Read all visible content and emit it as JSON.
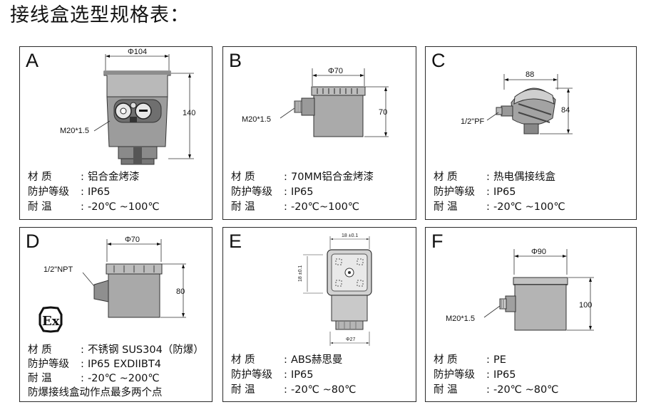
{
  "page": {
    "title": "接线盒选型规格表："
  },
  "cards": [
    {
      "letter": "A",
      "dims": {
        "diameter": "Φ104",
        "height": "140",
        "thread": "M20*1.5"
      },
      "specs": [
        {
          "label": "材  质",
          "value": "铝合金烤漆"
        },
        {
          "label": "防护等级",
          "value": "IP65"
        },
        {
          "label": "耐  温",
          "value": "-20℃ ~100℃"
        }
      ]
    },
    {
      "letter": "B",
      "dims": {
        "diameter": "Φ70",
        "height": "70",
        "thread": "M20*1.5"
      },
      "specs": [
        {
          "label": "材  质",
          "value": "70MM铝合金烤漆"
        },
        {
          "label": "防护等级",
          "value": "IP65"
        },
        {
          "label": "耐  温",
          "value": "-20℃~100℃"
        }
      ]
    },
    {
      "letter": "C",
      "dims": {
        "width": "88",
        "height": "84",
        "thread": "1/2\"PF"
      },
      "specs": [
        {
          "label": "材  质",
          "value": "热电偶接线盒"
        },
        {
          "label": "防护等级",
          "value": "IP65"
        },
        {
          "label": "耐  温",
          "value": "-20℃ ~100℃"
        }
      ]
    },
    {
      "letter": "D",
      "dims": {
        "diameter": "Φ70",
        "height": "80",
        "thread": "1/2\"NPT",
        "ex_mark": "Ex"
      },
      "specs": [
        {
          "label": "材  质",
          "value": "不锈钢 SUS304（防爆）"
        },
        {
          "label": "防护等级",
          "value": "IP65    EXDIIBT4"
        },
        {
          "label": "耐  温",
          "value": "-20℃ ~200℃"
        }
      ],
      "note": "防爆接线盒动作点最多两个点"
    },
    {
      "letter": "E",
      "dims": {
        "width": "18 ±0.1",
        "height": "18 ±0.1",
        "diameter": "Φ27"
      },
      "specs": [
        {
          "label": "材  质",
          "value": "ABS赫思曼"
        },
        {
          "label": "防护等级",
          "value": "IP65"
        },
        {
          "label": "耐  温",
          "value": "-20℃ ~80℃"
        }
      ]
    },
    {
      "letter": "F",
      "dims": {
        "diameter": "Φ90",
        "height": "100",
        "thread": "M20*1.5"
      },
      "specs": [
        {
          "label": "材  质",
          "value": "PE"
        },
        {
          "label": "防护等级",
          "value": "IP65"
        },
        {
          "label": "耐  温",
          "value": "-20℃ ~80℃"
        }
      ]
    }
  ]
}
